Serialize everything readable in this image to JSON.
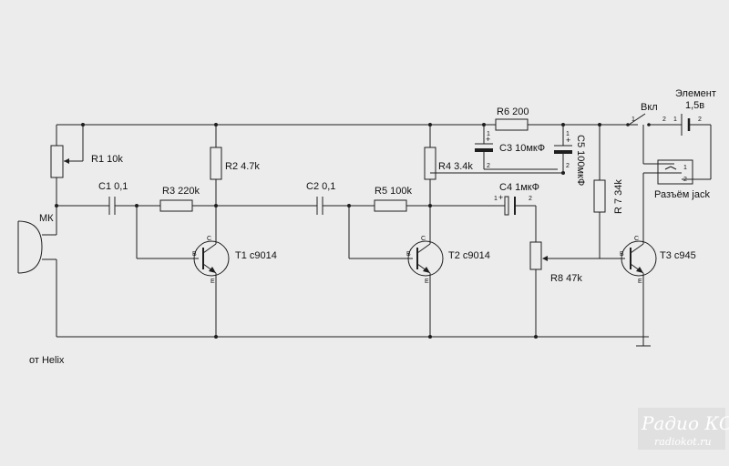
{
  "labels": {
    "r1": "R1 10k",
    "mk": "МК",
    "c1": "C1  0,1",
    "r3": "R3 220k",
    "r2": "R2 4.7k",
    "t1": "T1 c9014",
    "c2": "C2  0,1",
    "r5": "R5 100k",
    "r4": "R4 3.4k",
    "t2": "T2 c9014",
    "r6": "R6 200",
    "c3": "C3  10мкФ",
    "c4": "C4  1мкФ",
    "c5": "C5 100мкФ",
    "r8": "R8 47k",
    "r7": "R 7 34k",
    "t3": "T3 c945",
    "switch": "Вкл",
    "battery_line1": "Элемент",
    "battery_line2": "1,5в",
    "jack": "Разъём  jack",
    "author": "от Helix"
  },
  "pins": {
    "plus": "+",
    "one": "1",
    "two": "2",
    "b": "B",
    "c": "C",
    "e": "E"
  },
  "watermark": {
    "title": "Радио КОТ",
    "url": "radiokot.ru"
  }
}
